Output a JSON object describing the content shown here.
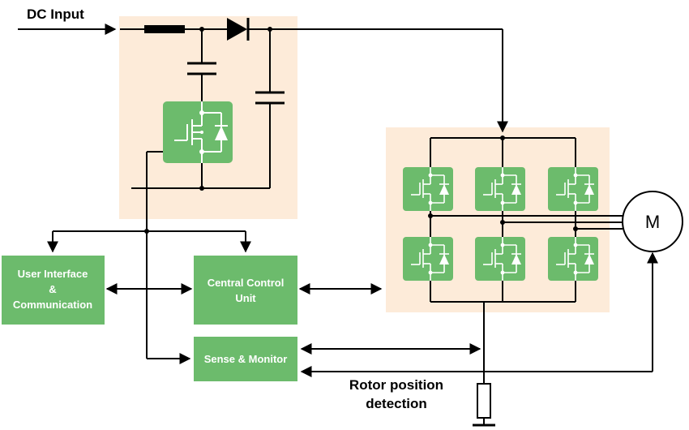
{
  "labels": {
    "dc_input": "DC Input",
    "user_interface": [
      "User Interface",
      "&",
      "Communication"
    ],
    "central_control": [
      "Central Control",
      "Unit"
    ],
    "sense_monitor": "Sense & Monitor",
    "rotor_position": [
      "Rotor position",
      "detection"
    ],
    "motor": "M"
  },
  "colors": {
    "region": "#fdebd9",
    "block": "#6cbb6c",
    "wire": "#000000",
    "text_on_block": "#ffffff"
  },
  "icons": [
    "mosfet-icon",
    "diode-icon",
    "capacitor-icon",
    "inductor-icon",
    "resistor-icon",
    "ground-icon",
    "motor-icon"
  ]
}
